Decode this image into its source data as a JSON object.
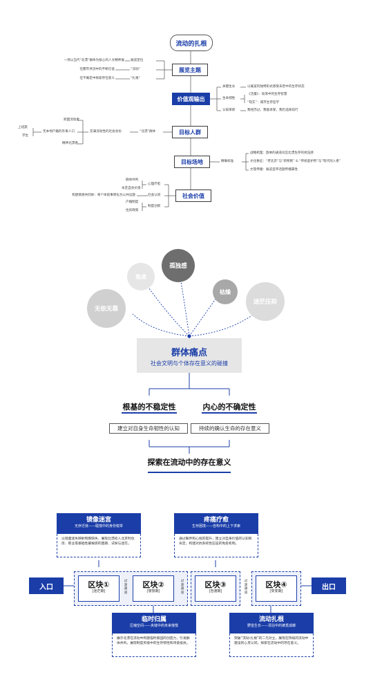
{
  "mindmap": {
    "root": "流动的扎根",
    "nodes": {
      "theme": "展览主题",
      "value": "价值观输出",
      "audience": "目标人群",
      "venue": "目标场地",
      "social": "社会价值"
    },
    "theme_items": [
      {
        "desc": "一场以当代“北漂”群体为核心的人文精神展",
        "label": "展览定位"
      },
      {
        "desc": "在都市洪流中的不断迁徙",
        "label": "“流动”"
      },
      {
        "desc": "在不确定中探索存在意义",
        "label": "“扎根”"
      }
    ],
    "value_items": [
      {
        "label": "关键生长",
        "desc": "以展览的独特形式感受未曾中的生存状态"
      },
      {
        "label": "生命韧性",
        "desc": ""
      },
      {
        "label": "",
        "desc": "《活着》：动荡中的生存智慧"
      },
      {
        "label": "",
        "desc": "“现实”：城市生存哲学"
      },
      {
        "label": "认知革新",
        "desc": "我经历过，我能承受，我仍选择前行"
      }
    ],
    "audience_items": {
      "left1": "上班族",
      "left2": "学生",
      "mid1": "跨国流动者",
      "mid2": "无本地户籍的外来人口",
      "mid3": "精神北漂者",
      "desc": "充满流动性的社会身份",
      "label": "“北漂”群体"
    },
    "venue_items": {
      "label": "精确标准",
      "lines": [
        "战略机理：放举的通道对应北漂生存的抗压感",
        "文化象征：“老北京”与“新移民” & “传统庇护所”与“现代闯入者”",
        "文旅传播：展览自带话题传播属性"
      ]
    },
    "social_items": {
      "g1": [
        "群体共鸣",
        "肯定自身价值"
      ],
      "g1_label": "心理疗愈",
      "g2_desc": "构建情感共同体：将个体叙事转化为公共议题",
      "g2_label": "社会认同",
      "g3": [
        "户籍制度",
        "住房政策"
      ],
      "g3_label": "制度创新"
    }
  },
  "pain": {
    "circles": [
      {
        "label": "焦虑",
        "color": "#e6e6e6"
      },
      {
        "label": "孤独感",
        "color": "#6e6e6e"
      },
      {
        "label": "枯燥",
        "color": "#a8a8a8"
      },
      {
        "label": "无依无靠",
        "color": "#d0d0d0"
      },
      {
        "label": "迷茫压抑",
        "color": "#dcdcdc"
      }
    ],
    "title": "群体痛点",
    "subtitle": "社会文明与个体存在意义的碰撞",
    "left_head": "根基的不稳定性",
    "right_head": "内心的不确定性",
    "left_box": "建立对自身生命韧性的认知",
    "right_box": "持续的确认生命的存在意义",
    "bottom": "探索在流动中的存在意义"
  },
  "flow": {
    "entry": "入口",
    "exit": "出口",
    "cards_top": [
      {
        "title": "镜像迷宫",
        "sub": "无序迁徙——碰撞中的身份锐举",
        "body": "以镜面迷失映射物质缺失、展现北漂初入北京时住房、职业等基础性最根底的困惑、试探与迷茫。"
      },
      {
        "title": "疼痛疗愈",
        "sub": "生存困境——自构中的上下求索",
        "body": "通过眼界和心境的提升，建立对自身价值的认知和肯定，构建对抗系统性压迫的免疫机制。"
      }
    ],
    "cards_bottom": [
      {
        "title": "临时归属",
        "sub": "压缩空间——夹缝中的未来憧憬",
        "body": "展示北漂在流动中构建临时家园的创造力，引发群体共鸣，展现制度夹缝中的生存韧性和诗意抵抗。"
      },
      {
        "title": "流动扎根",
        "sub": "野蛮生长——漂泊中的被觅成蝶",
        "body": "突破“流动-扎根”的二元对立，展现在持续的流动中建设的心灵认同，探索在流动中的存在意义。"
      }
    ],
    "blocks": [
      {
        "title": "区块①",
        "sub": "[迷茫期]"
      },
      {
        "title": "区块②",
        "sub": "[憧憬期]"
      },
      {
        "title": "区块③",
        "sub": "[自渡期]"
      },
      {
        "title": "区块④",
        "sub": "[突变期]"
      }
    ],
    "connectors": [
      "过渡通道",
      "过渡通道",
      "过渡通道"
    ]
  }
}
